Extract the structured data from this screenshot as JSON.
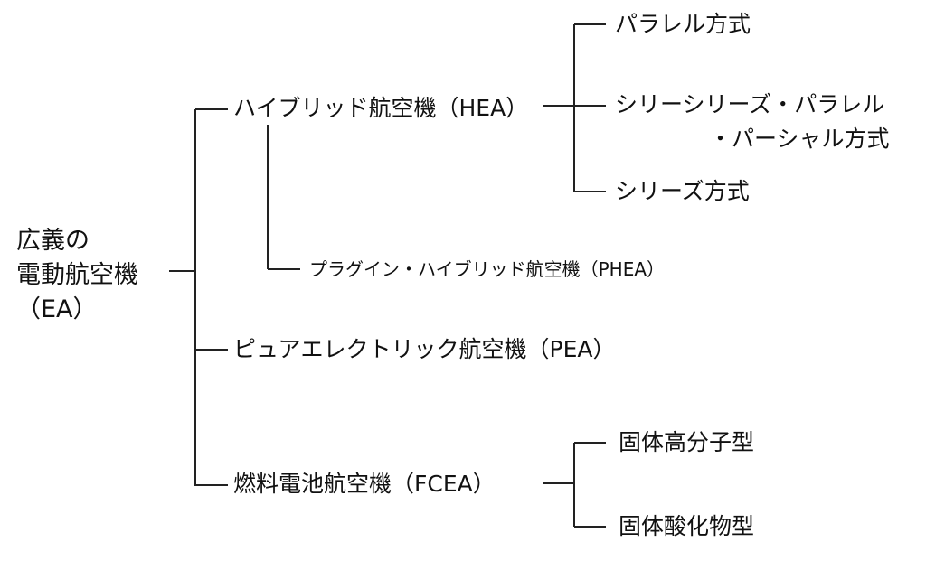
{
  "diagram": {
    "root": {
      "lines": [
        "広義の",
        "電動航空機",
        "（EA）"
      ]
    },
    "nodes": {
      "hea": "ハイブリッド航空機（HEA）",
      "parallel": "パラレル方式",
      "series_parallel_1": "シリーシリーズ・パラレル",
      "series_parallel_2": "・パーシャル方式",
      "series": "シリーズ方式",
      "phea": "プラグイン・ハイブリッド航空機（PHEA）",
      "pea": "ピュアエレクトリック航空機（PEA）",
      "fcea": "燃料電池航空機（FCEA）",
      "pefc": "固体高分子型",
      "sofc": "固体酸化物型"
    },
    "edges": [
      [
        "root",
        "hea"
      ],
      [
        "root",
        "pea"
      ],
      [
        "root",
        "fcea"
      ],
      [
        "hea",
        "parallel"
      ],
      [
        "hea",
        "series_parallel"
      ],
      [
        "hea",
        "series"
      ],
      [
        "hea",
        "phea"
      ],
      [
        "fcea",
        "pefc"
      ],
      [
        "fcea",
        "sofc"
      ]
    ]
  }
}
